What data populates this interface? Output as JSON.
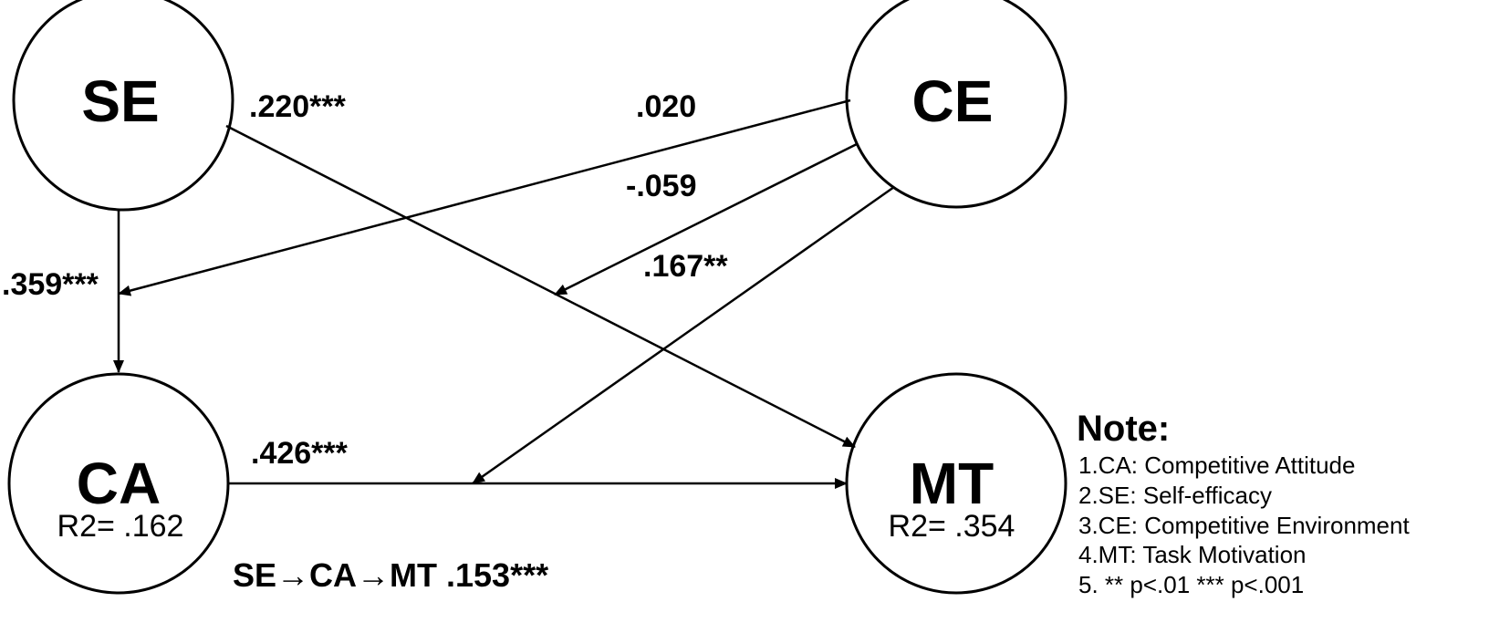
{
  "nodes": {
    "se": {
      "label": "SE"
    },
    "ce": {
      "label": "CE"
    },
    "ca": {
      "label": "CA",
      "r2": "R2= .162"
    },
    "mt": {
      "label": "MT",
      "r2": "R2= .354"
    }
  },
  "paths": {
    "se_mt": ".220***",
    "ce_ca": ".020",
    "ce_semt": "-.059",
    "ce_camt": ".167**",
    "se_ca": ".359***",
    "ca_mt": ".426***"
  },
  "indirect_effect": "SE→CA→MT .153***",
  "note": {
    "title": "Note:",
    "items": [
      "1.CA: Competitive Attitude",
      "2.SE: Self-efficacy",
      "3.CE: Competitive Environment",
      "4.MT: Task Motivation",
      "5. ** p<.01 *** p<.001"
    ]
  },
  "colors": {
    "line": "#000000",
    "background": "#ffffff"
  }
}
